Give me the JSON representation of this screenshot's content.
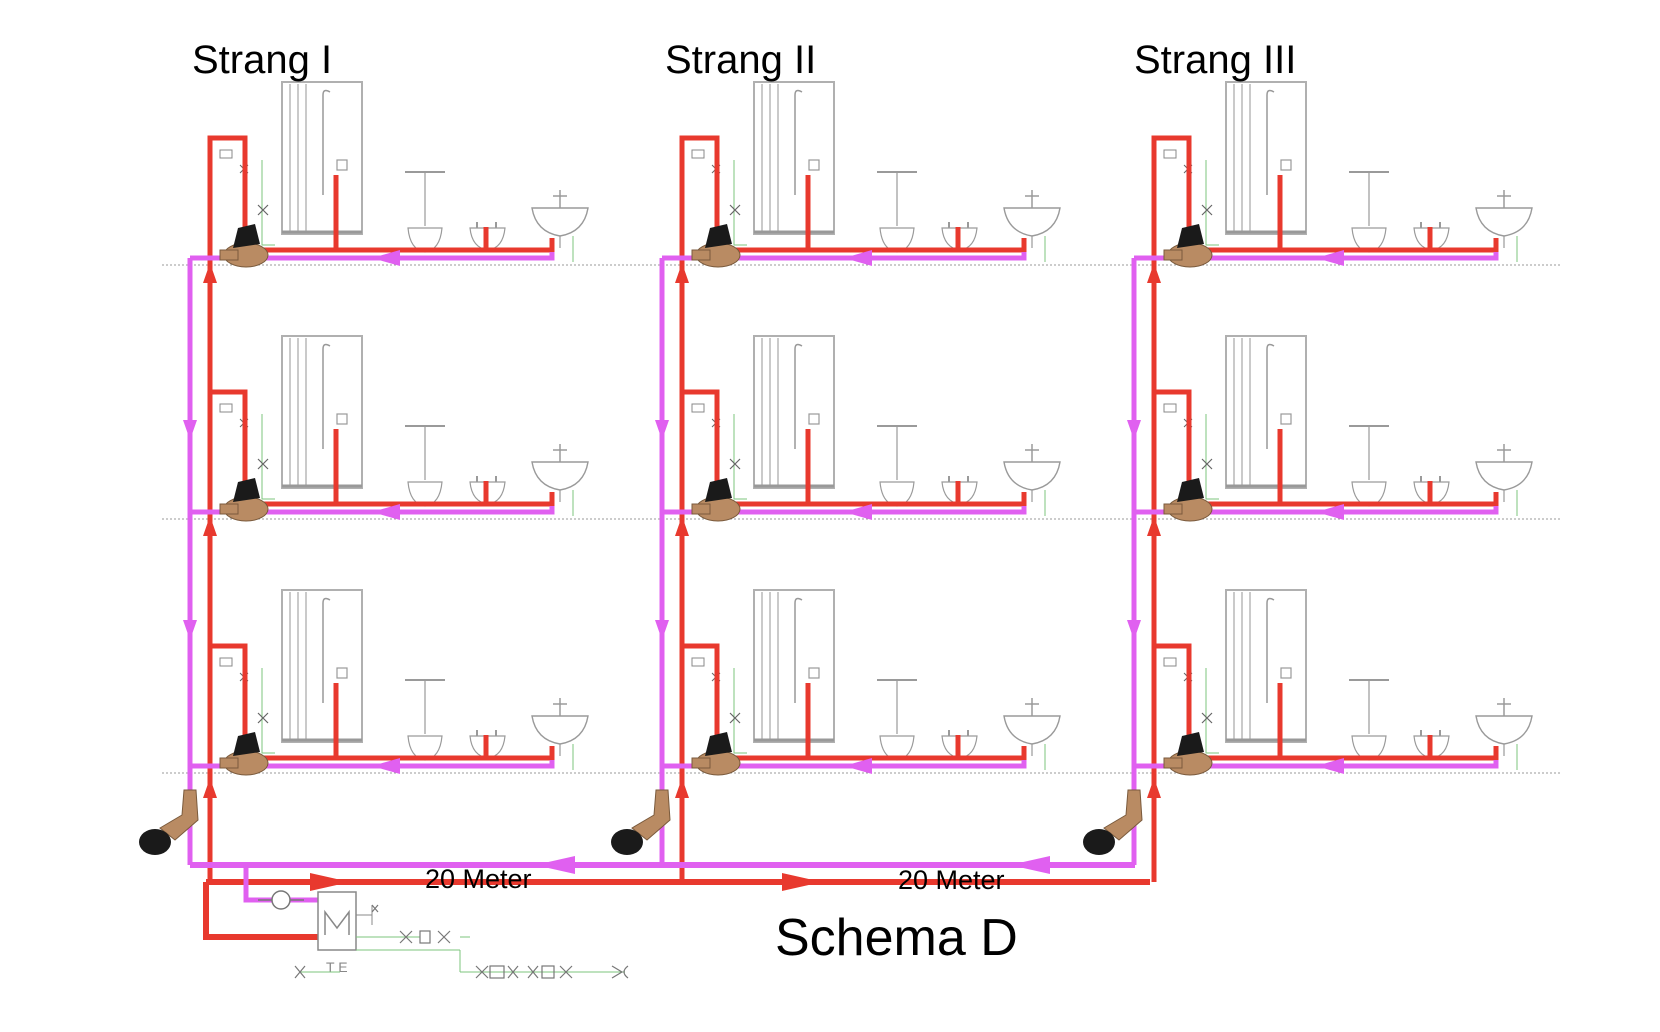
{
  "strands": [
    {
      "title": "Strang I"
    },
    {
      "title": "Strang II"
    },
    {
      "title": "Strang III"
    }
  ],
  "floors": 3,
  "distance_labels": [
    "20 Meter",
    "20 Meter"
  ],
  "schema_title": "Schema D",
  "colors": {
    "supply_pipe": "#e8392e",
    "circulation_pipe": "#e060f0",
    "fixture_line": "#9a9a9a",
    "drain_line": "#7cc47c",
    "floor_line": "#999999",
    "valve_body": "#b98b63",
    "valve_handle": "#1a1a1a"
  },
  "icons": [
    "shower-icon",
    "toilet-icon",
    "bidet-icon",
    "washbasin-icon",
    "regulating-valve-icon",
    "strand-valve-icon",
    "pump-icon",
    "water-heater-icon"
  ]
}
